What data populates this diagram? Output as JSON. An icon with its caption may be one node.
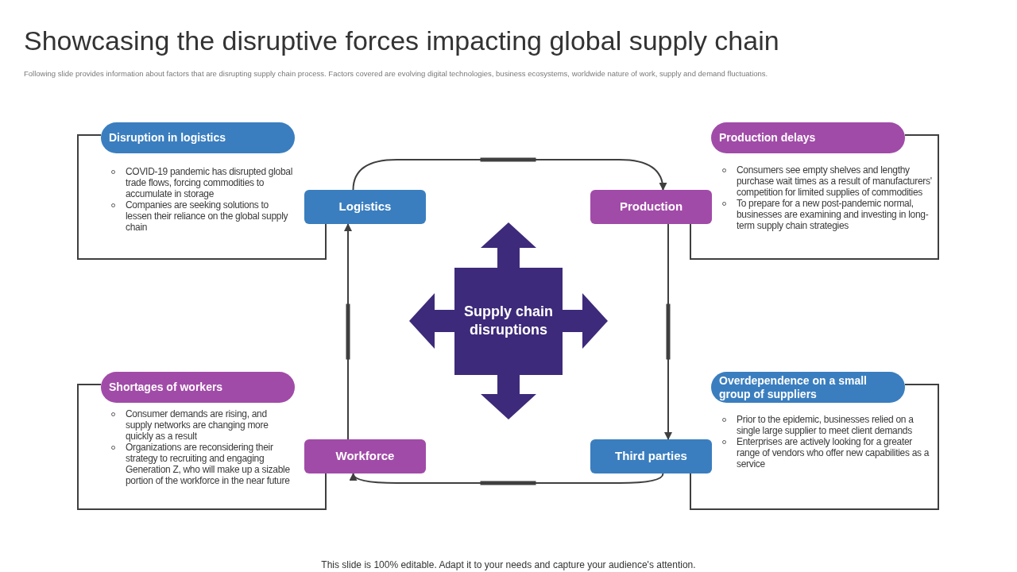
{
  "diagram": {
    "title": "Showcasing the disruptive forces impacting global supply chain",
    "nodes": [
      {
        "text": [
          "Supply chain disruptions"
        ]
      },
      {
        "text": [
          "Logistics"
        ]
      },
      {
        "text": [
          "Production"
        ]
      },
      {
        "text": [
          "Third parties"
        ]
      },
      {
        "text": [
          "Workforce"
        ]
      },
      {
        "text": [
          "Disruption in logistics",
          "COVID-19 pandemic has disrupted global trade flows, forcing commodities to accumulate in storage",
          "Companies are seeking solutions to lessen their reliance on the global supply chain"
        ]
      },
      {
        "text": [
          "Production delays",
          "Consumers see empty shelves and lengthy purchase wait times as a result of manufacturers' competition for limited supplies of commodities",
          "To prepare for a new post-pandemic normal, businesses are examining and investing in long-term supply chain strategies"
        ]
      },
      {
        "text": [
          "Shortages of workers",
          "Consumer demands are rising, and supply networks are changing more quickly as a result",
          "Organizations are reconsidering their strategy to recruiting and engaging Generation Z, who will make up a sizable portion of the workforce in the near future"
        ]
      },
      {
        "text": [
          "Overdependence on a small group of suppliers",
          "Prior to the epidemic, businesses relied on a single large supplier to meet client demands",
          "Enterprises are actively looking for a greater range of vendors who offer new capabilities as a service"
        ]
      }
    ],
    "edges": [
      {
        "from": 1,
        "to": 2,
        "arrow": "to"
      },
      {
        "from": 2,
        "to": 3,
        "arrow": "to"
      },
      {
        "from": 3,
        "to": 4,
        "arrow": "to"
      },
      {
        "from": 4,
        "to": 1,
        "arrow": "to"
      }
    ],
    "labels": [
      "Following slide provides information about factors that are disrupting supply chain process. Factors covered are evolving digital technologies, business ecosystems, worldwide nature of work, supply and demand fluctuations.",
      "This slide is 100% editable. Adapt it to your needs and capture your audience's attention."
    ]
  }
}
